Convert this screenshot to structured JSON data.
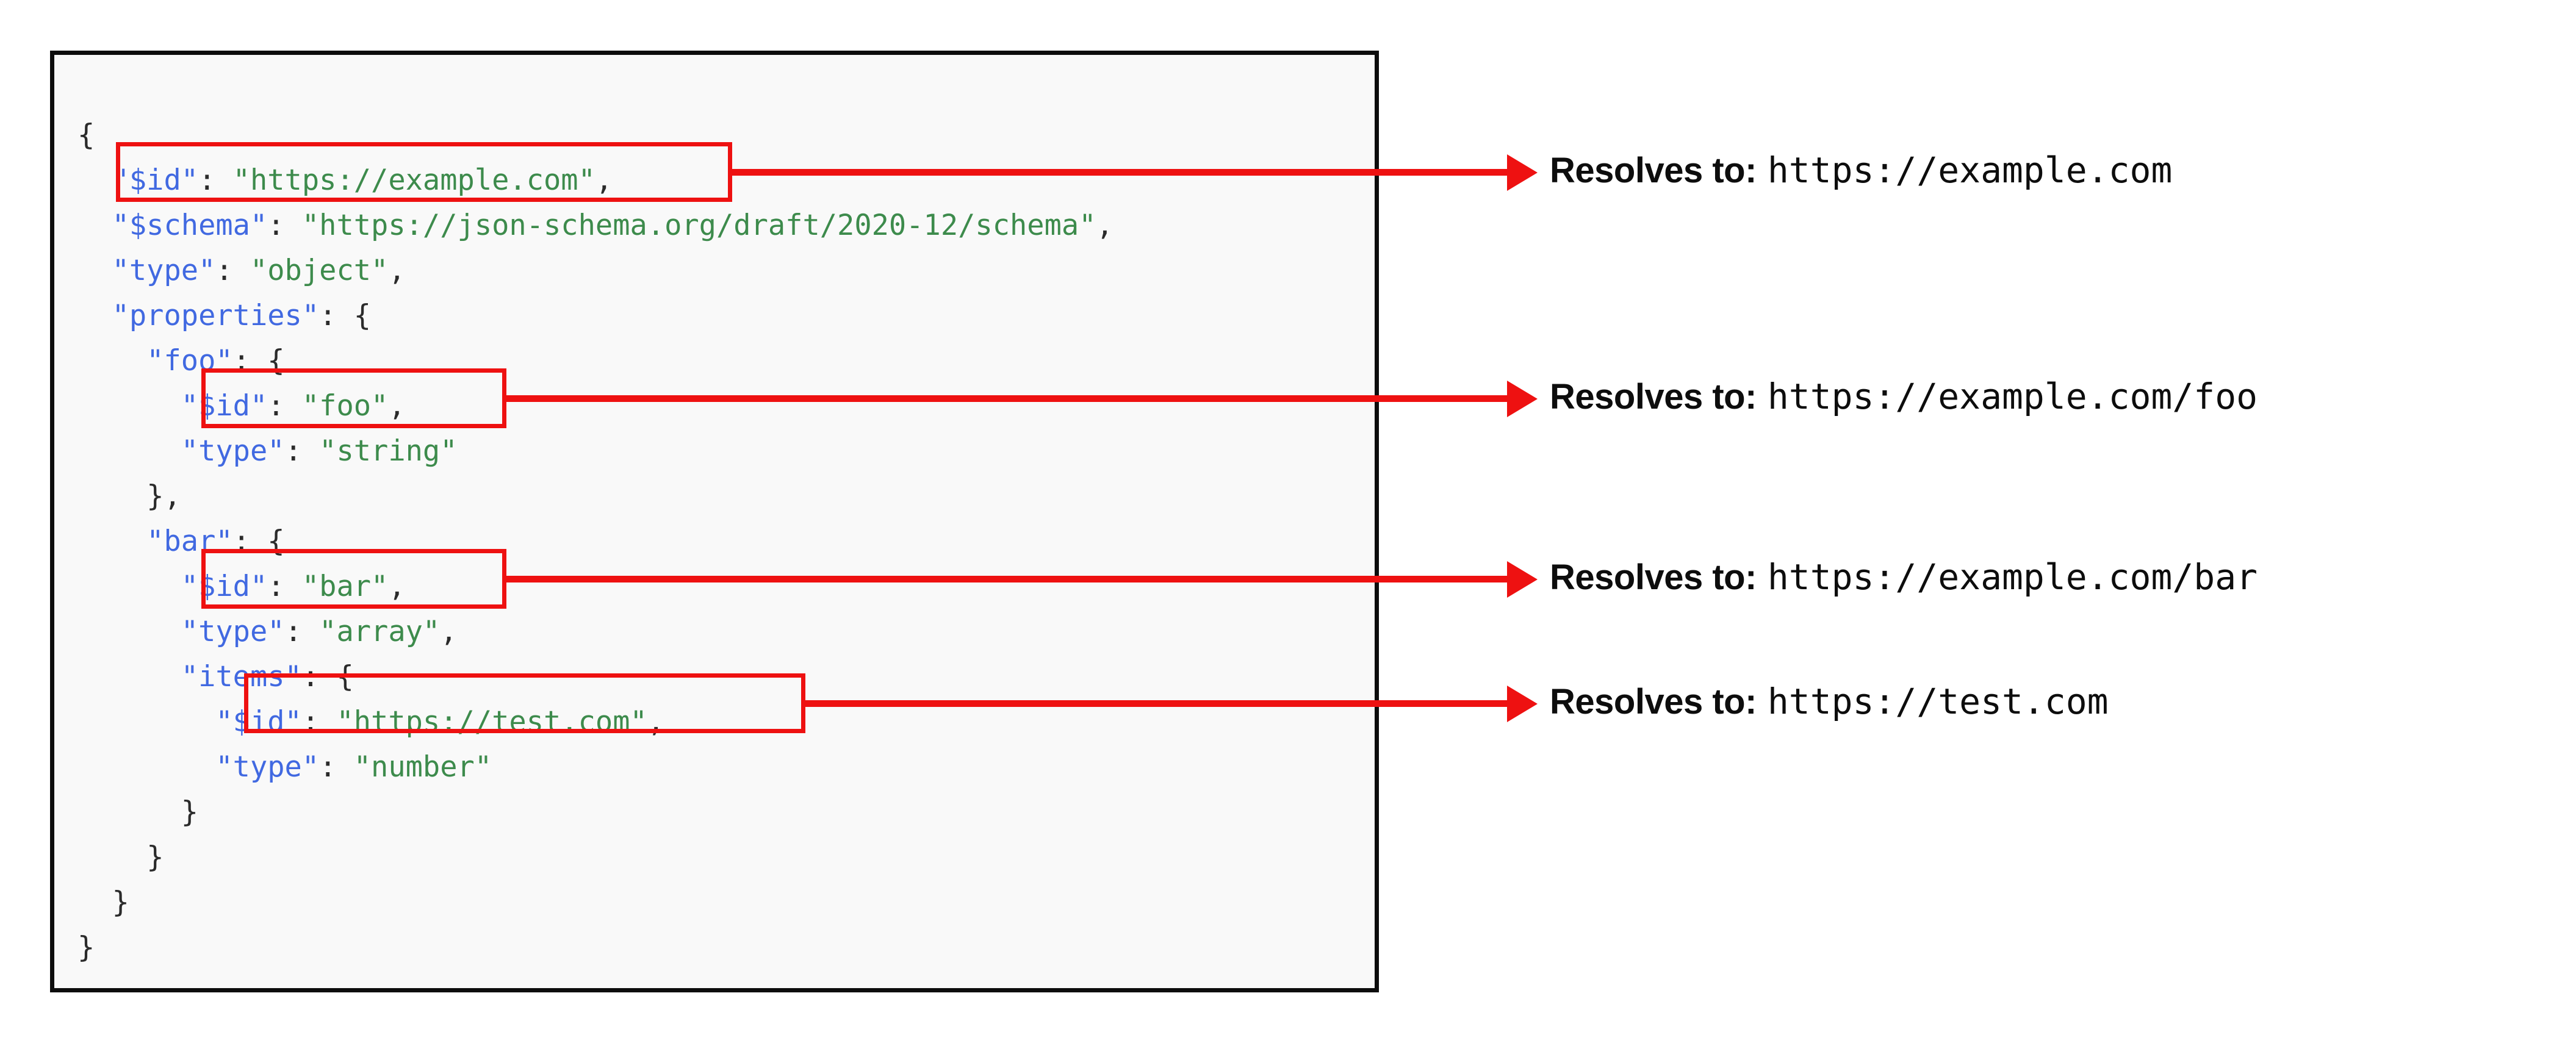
{
  "code_block": {
    "language": "json",
    "background_color": "#f9f9f9",
    "border_color": "#0d0d0d",
    "key_color": "#4169e1",
    "string_color": "#3d8b4c",
    "punctuation_color": "#2b2b2b",
    "lines": [
      {
        "indent": 0,
        "key": "",
        "value": "",
        "text": "{"
      },
      {
        "indent": 1,
        "key": "\"$id\"",
        "value": "\"https://example.com\"",
        "text": "\"$id\": \"https://example.com\","
      },
      {
        "indent": 1,
        "key": "\"$schema\"",
        "value": "\"https://json-schema.org/draft/2020-12/schema\"",
        "text": "\"$schema\": \"https://json-schema.org/draft/2020-12/schema\","
      },
      {
        "indent": 1,
        "key": "\"type\"",
        "value": "\"object\"",
        "text": "\"type\": \"object\","
      },
      {
        "indent": 1,
        "key": "\"properties\"",
        "value": "{",
        "text": "\"properties\": {"
      },
      {
        "indent": 2,
        "key": "\"foo\"",
        "value": "{",
        "text": "\"foo\": {"
      },
      {
        "indent": 3,
        "key": "\"$id\"",
        "value": "\"foo\"",
        "text": "\"$id\": \"foo\","
      },
      {
        "indent": 3,
        "key": "\"type\"",
        "value": "\"string\"",
        "text": "\"type\": \"string\""
      },
      {
        "indent": 2,
        "key": "",
        "value": "",
        "text": "},"
      },
      {
        "indent": 2,
        "key": "\"bar\"",
        "value": "{",
        "text": "\"bar\": {"
      },
      {
        "indent": 3,
        "key": "\"$id\"",
        "value": "\"bar\"",
        "text": "\"$id\": \"bar\","
      },
      {
        "indent": 3,
        "key": "\"type\"",
        "value": "\"array\"",
        "text": "\"type\": \"array\","
      },
      {
        "indent": 3,
        "key": "\"items\"",
        "value": "{",
        "text": "\"items\": {"
      },
      {
        "indent": 4,
        "key": "\"$id\"",
        "value": "\"https://test.com\"",
        "text": "\"$id\": \"https://test.com\","
      },
      {
        "indent": 4,
        "key": "\"type\"",
        "value": "\"number\"",
        "text": "\"type\": \"number\""
      },
      {
        "indent": 3,
        "key": "",
        "value": "",
        "text": "}"
      },
      {
        "indent": 2,
        "key": "",
        "value": "",
        "text": "}"
      },
      {
        "indent": 1,
        "key": "",
        "value": "",
        "text": "}"
      },
      {
        "indent": 0,
        "key": "",
        "value": "",
        "text": "}"
      }
    ]
  },
  "annotations": {
    "highlight_color": "#ee1111",
    "label_prefix": "Resolves to:",
    "items": [
      {
        "source_line": "\"$id\": \"https://example.com\",",
        "resolved_url": "https://example.com"
      },
      {
        "source_line": "\"$id\": \"foo\",",
        "resolved_url": "https://example.com/foo"
      },
      {
        "source_line": "\"$id\": \"bar\",",
        "resolved_url": "https://example.com/bar"
      },
      {
        "source_line": "\"$id\": \"https://test.com\",",
        "resolved_url": "https://test.com"
      }
    ]
  }
}
